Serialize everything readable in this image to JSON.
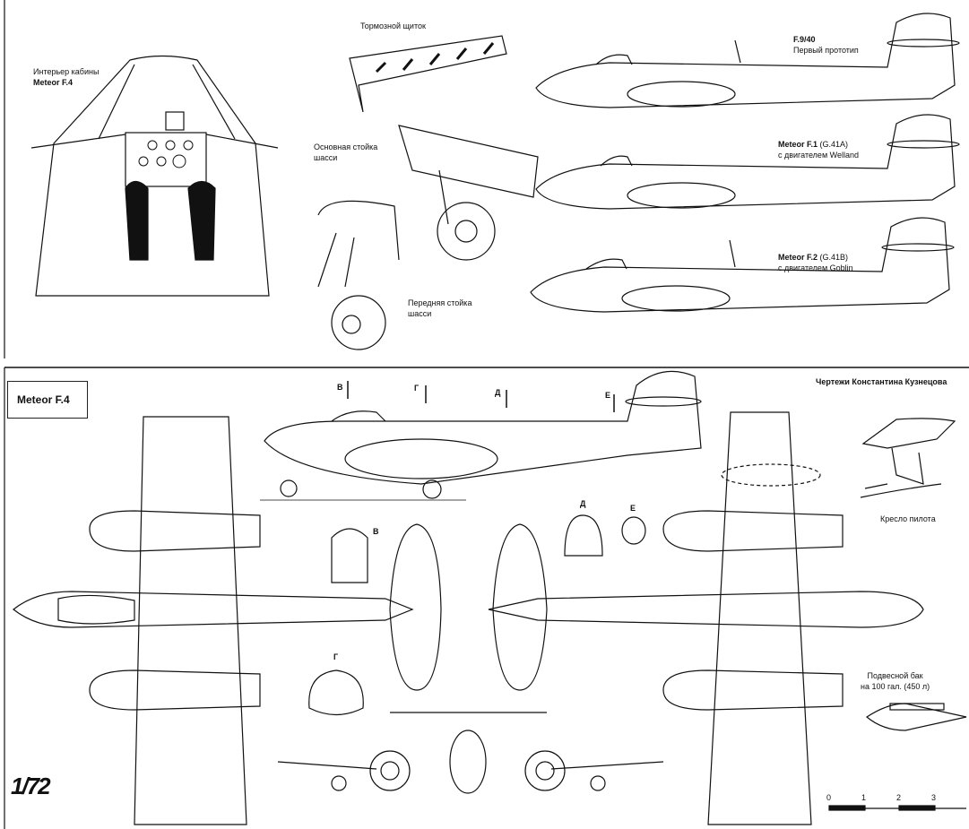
{
  "cockpit": {
    "caption_line1": "Интерьер кабины",
    "caption_line2": "Meteor F.4"
  },
  "details": {
    "airbrake": "Тормозной щиток",
    "main_gear_line1": "Основная стойка",
    "main_gear_line2": "шасси",
    "nose_gear_line1": "Передняя стойка",
    "nose_gear_line2": "шасси"
  },
  "variants": [
    {
      "name": "F.9/40",
      "code": "",
      "desc": "Первый прототип"
    },
    {
      "name": "Meteor F.1",
      "code": "(G.41A)",
      "desc": "с двигателем Welland"
    },
    {
      "name": "Meteor F.2",
      "code": "(G.41B)",
      "desc": "с двигателем Goblin"
    }
  ],
  "main": {
    "title": "Meteor F.4",
    "author": "Чертежи Константина Кузнецова",
    "section_marks": [
      "В",
      "Г",
      "Д",
      "Е"
    ],
    "cross_sections": {
      "v": "В",
      "g": "Г",
      "d": "Д",
      "e": "Е"
    },
    "seat_caption": "Кресло пилота",
    "tank_line1": "Подвесной бак",
    "tank_line2": "на 100 гал. (450 л)",
    "scale_ratio": "1/72",
    "scale_numbers": [
      "0",
      "1",
      "2",
      "3"
    ]
  }
}
